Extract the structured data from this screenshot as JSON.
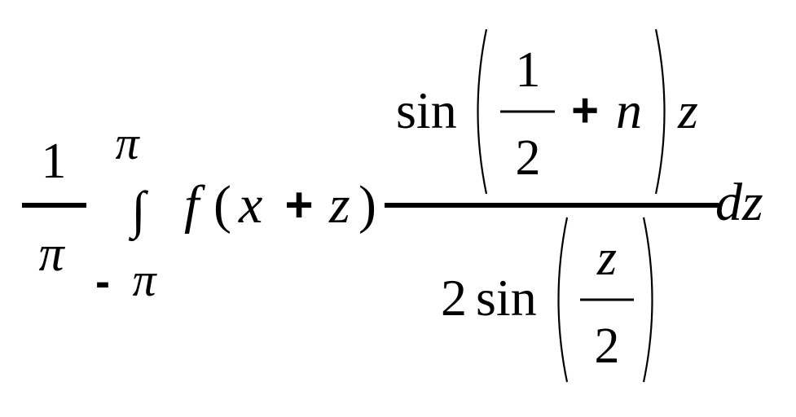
{
  "formula": {
    "prefactor": {
      "numerator": "1",
      "denominator": "π"
    },
    "integral": {
      "sign": "∫",
      "upper_limit": "π",
      "lower_limit_sign": "-",
      "lower_limit": "π"
    },
    "integrand_function": {
      "name": "f",
      "open_paren": "(",
      "var_x": "x",
      "plus": "+",
      "var_z": "z",
      "close_paren": ")"
    },
    "kernel": {
      "numerator": {
        "func": "sin",
        "frac_num": "1",
        "frac_den": "2",
        "plus": "+",
        "var_n": "n",
        "var_z": "z"
      },
      "denominator": {
        "coefficient": "2",
        "func": "sin",
        "frac_num": "z",
        "frac_den": "2"
      }
    },
    "differential": "dz"
  }
}
